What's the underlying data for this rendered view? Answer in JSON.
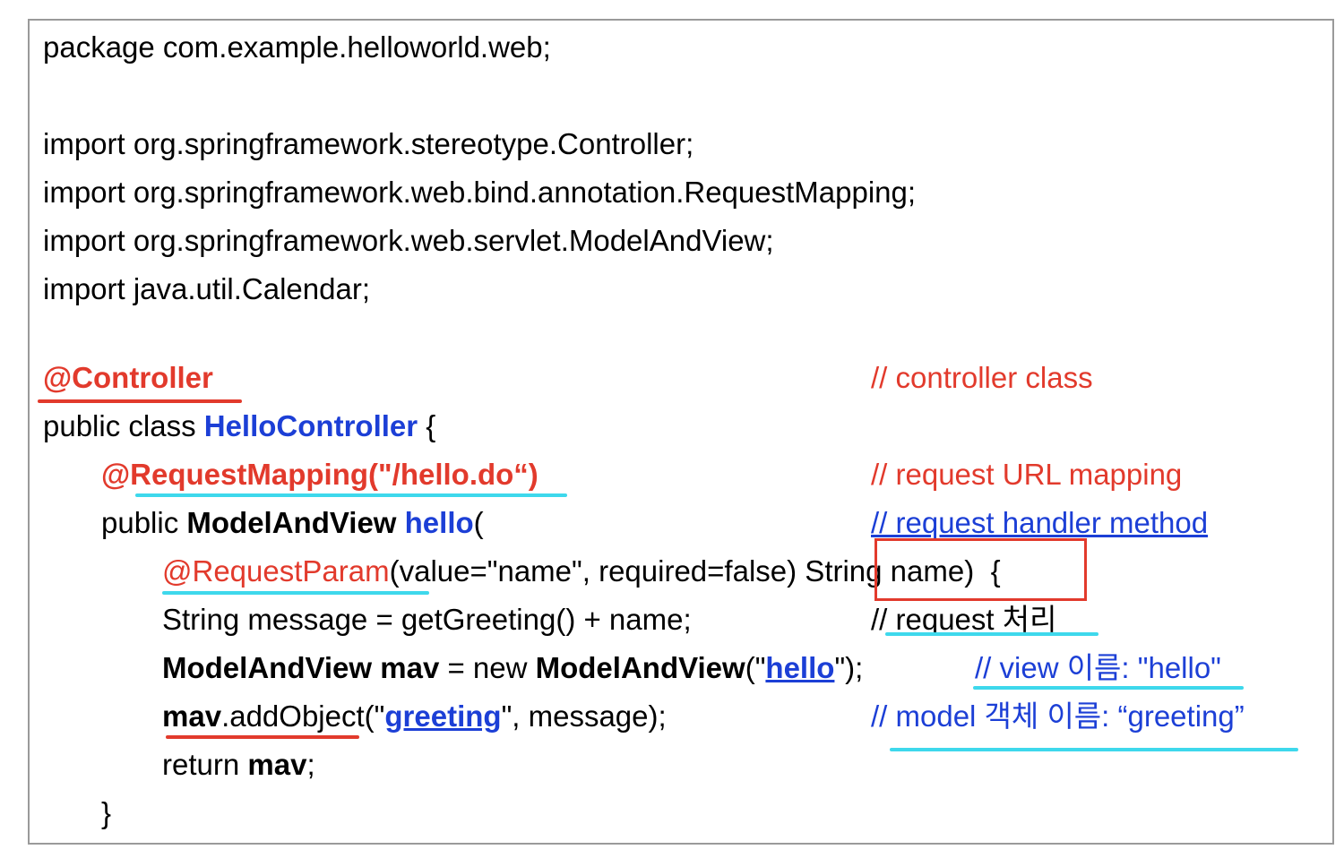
{
  "colors": {
    "red": "#e23a2c",
    "blue": "#1c3fd6",
    "cyan": "#3ed8ec",
    "border": "#9a9a9a"
  },
  "code": {
    "package_line": "package com.example.helloworld.web;",
    "imports": [
      "import org.springframework.stereotype.Controller;",
      "import org.springframework.web.bind.annotation.RequestMapping;",
      "import org.springframework.web.servlet.ModelAndView;",
      "import java.util.Calendar;"
    ],
    "controller_annotation": "@Controller",
    "class_decl_prefix": "public class ",
    "class_name": "HelloController",
    "class_decl_suffix": " {",
    "request_mapping": "@RequestMapping(\"/hello.do“)",
    "method_prefix": "public ",
    "method_return_type": "ModelAndView",
    "method_space": " ",
    "method_name": "hello",
    "method_paren": "(",
    "request_param": "@RequestParam",
    "request_param_args": "(value=\"name\", required=false",
    "param_close": ")",
    "param_decl": " String name)",
    "param_brace": "  {",
    "message_line": "String message = getGreeting() + name;",
    "mav_type": "ModelAndView",
    "mav_var": " mav",
    "mav_assign": " = new ",
    "mav_ctor": "ModelAndView",
    "mav_open": "(\"",
    "mav_view_name": "hello",
    "mav_close": "\");",
    "addobj_var": "mav",
    "addobj_call": ".addObject(\"",
    "addobj_name": "greeting",
    "addobj_rest": "\", message);",
    "return_kw": "return ",
    "return_var": "mav",
    "return_semi": ";",
    "closing_brace": "}"
  },
  "comments": {
    "controller": "// controller class",
    "mapping": "// request URL mapping",
    "handler": "// request handler method",
    "request": "// request 처리",
    "view": "// view 이름: \"hello\"",
    "model": "// model 객체 이름: “greeting”"
  }
}
